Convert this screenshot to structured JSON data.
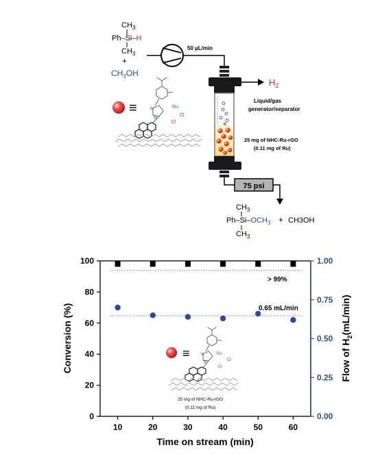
{
  "scheme": {
    "reactant1": {
      "ph": "Ph",
      "si": "Si",
      "dash": "–",
      "h": "H",
      "me_top": "CH",
      "me_top_sub": "3",
      "me_bot": "CH",
      "me_bot_sub": "3"
    },
    "plus1": "+",
    "methanol": {
      "text": "CH",
      "sub": "3",
      "tail": "OH"
    },
    "flow_rate": "50 µL/min",
    "h2": {
      "text": "H",
      "sub": "2"
    },
    "vessel_label_1": "Liquid/gas",
    "vessel_label_2": "generator/separator",
    "catalyst_label": "25 mg of NHC-Ru-rGO",
    "catalyst_ru": "(0.11 mg of Ru)",
    "equiv": "≡",
    "pressure": "75 psi",
    "product": {
      "ph": "Ph",
      "si": "Si",
      "dash": "–",
      "och3": "OCH",
      "och3_sub": "3",
      "me_top": "CH",
      "me_top_sub": "3",
      "me_bot": "CH",
      "me_bot_sub": "3"
    },
    "plus2": "+",
    "methanol2": "CH3OH",
    "complex_labels": {
      "n1": "N",
      "n2": "N",
      "ru": "Ru",
      "cl1": "Cl",
      "cl2": "Cl"
    }
  },
  "chart_data": {
    "type": "scatter",
    "x_label": "Time on stream (min)",
    "y_label": "Conversion (%)",
    "y2_label": "Flow of H",
    "y2_label_sub": "2",
    "y2_label_tail": "(mL/min)",
    "xlim": [
      5,
      65
    ],
    "ylim": [
      0,
      100
    ],
    "y2lim": [
      0,
      1.0
    ],
    "x_ticks": [
      10,
      20,
      30,
      40,
      50,
      60
    ],
    "y_ticks": [
      0,
      20,
      40,
      60,
      80,
      100
    ],
    "y2_ticks": [
      "0.00",
      "0.25",
      "0.50",
      "0.75",
      "1.00"
    ],
    "series": [
      {
        "axis": "left",
        "marker": "square",
        "color": "#000000",
        "x": [
          10,
          20,
          30,
          40,
          50,
          60
        ],
        "y": [
          98,
          98,
          98,
          98,
          98,
          98
        ]
      },
      {
        "axis": "right",
        "marker": "circle",
        "color": "#2e4a9e",
        "x": [
          10,
          20,
          30,
          40,
          50,
          60
        ],
        "y": [
          0.7,
          0.65,
          0.64,
          0.63,
          0.66,
          0.62
        ]
      }
    ],
    "annotations": {
      "conversion": "> 99%",
      "flow": "0.65 mL/min"
    },
    "inset": {
      "line1": "25 mg of NHC-Ru-rGO",
      "line2": "(0.11 mg of Ru)"
    },
    "colors": {
      "left_axis": "#000000",
      "right_axis": "#2e4a9e",
      "h_red": "#e0201b"
    }
  }
}
